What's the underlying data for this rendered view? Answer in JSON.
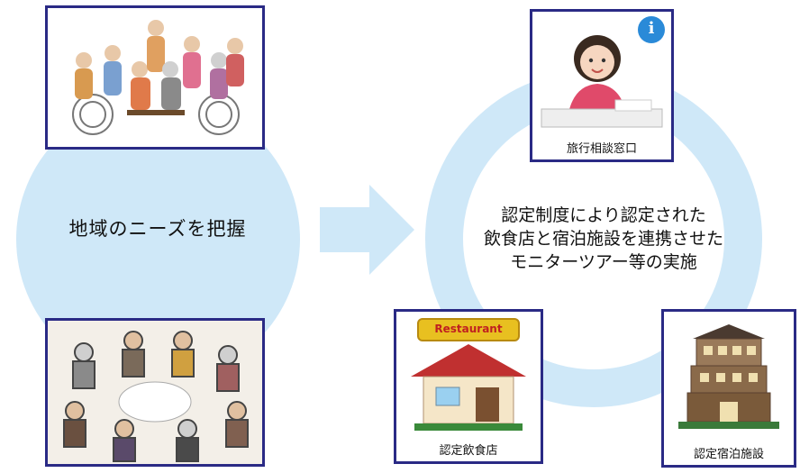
{
  "left": {
    "label": "地域のニーズを把握"
  },
  "center": {
    "line1": "認定制度により認定された",
    "line2": "飲食店と宿泊施設を連携させた",
    "line3": "モニターツアー等の実施"
  },
  "cards": {
    "counter": "旅行相談窓口",
    "restaurant": "認定飲食店",
    "restaurant_sign": "Restaurant",
    "hotel": "認定宿泊施設",
    "info_mark": "i"
  },
  "colors": {
    "circle": "#cfe8f8",
    "frame": "#2a2a85"
  }
}
